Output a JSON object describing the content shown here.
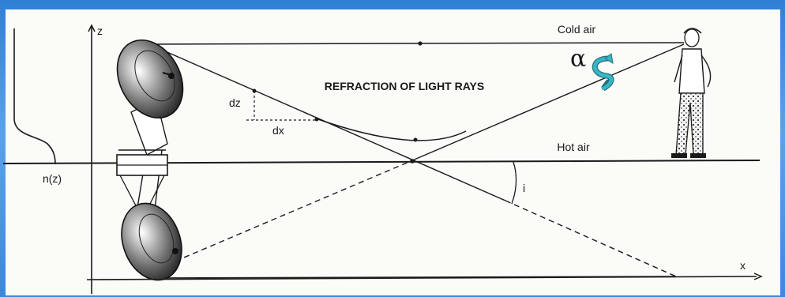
{
  "diagram": {
    "title": "REFRACTION OF LIGHT RAYS",
    "labels": {
      "cold_air": "Cold air",
      "hot_air": "Hot air",
      "alpha": "α",
      "z_axis": "z",
      "x_axis": "x",
      "n_of_z": "n(z)",
      "dz": "dz",
      "dx": "dx",
      "angle_i": "i"
    },
    "colors": {
      "frame_blue": "#3c88dc",
      "paper": "#fbfbf8",
      "ink": "#1a1a1a",
      "curl_arrow": "#34b8c8"
    }
  }
}
